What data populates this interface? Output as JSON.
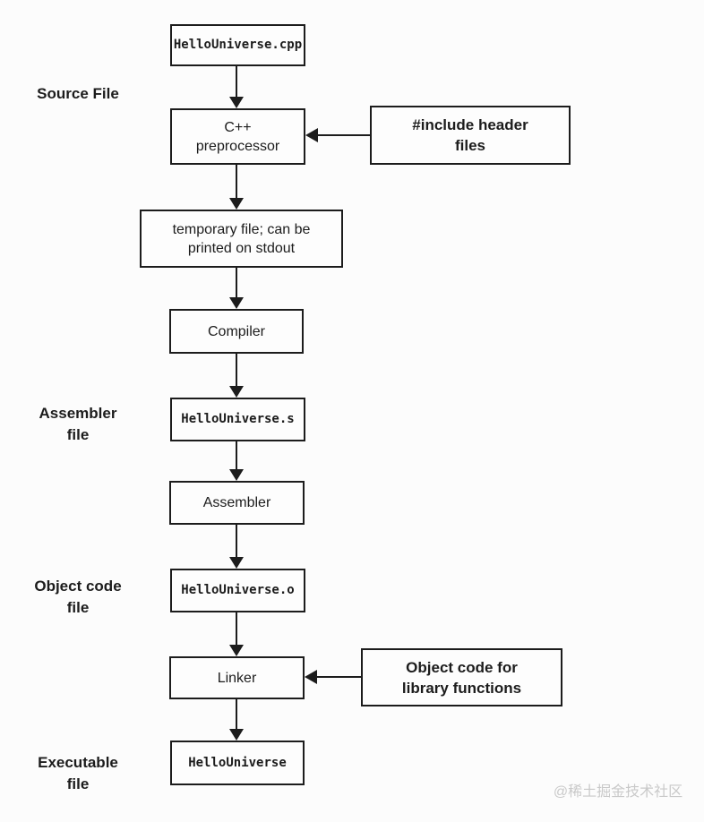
{
  "diagram": {
    "title": "C++ compilation process flowchart",
    "background_color": "#fcfcfc",
    "line_color": "#1c1c1c"
  },
  "boxes": {
    "source_cpp": "HelloUniverse.cpp",
    "preprocessor": "C++\npreprocessor",
    "include_headers": "#include header\nfiles",
    "temp_file": "temporary file; can be\nprinted on stdout",
    "compiler": "Compiler",
    "assembler_s": "HelloUniverse.s",
    "assembler": "Assembler",
    "object_o": "HelloUniverse.o",
    "linker": "Linker",
    "library_objects": "Object code for\nlibrary functions",
    "executable": "HelloUniverse"
  },
  "side_labels": {
    "source_file": "Source File",
    "assembler_file": "Assembler\nfile",
    "object_code_file": "Object code\nfile",
    "executable_file": "Executable\nfile"
  },
  "watermark": "@稀土掘金技术社区"
}
